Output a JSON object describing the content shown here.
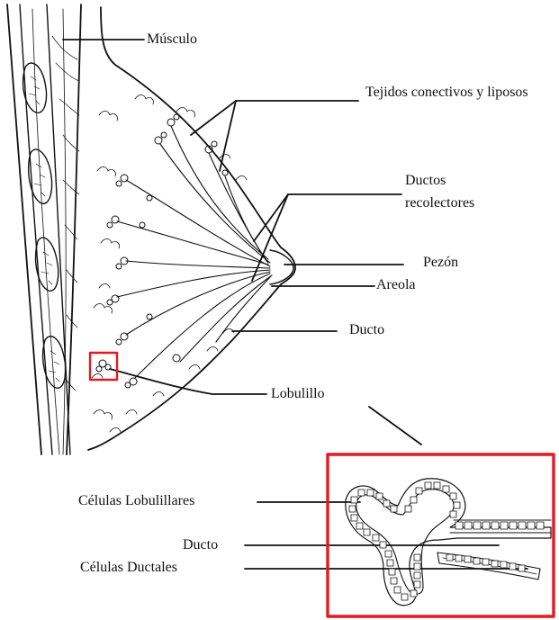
{
  "labels": {
    "musculo": "Músculo",
    "tejidos": "Tejidos conectivos y liposos",
    "ductos_recolectores": "Ductos recolectores",
    "pezon": "Pezón",
    "areola": "Areola",
    "ducto": "Ducto",
    "lobulillo": "Lobulillo",
    "celulas_lobulillares": "Células Lobulillares",
    "ducto_inset": "Ducto",
    "celulas_ductales": "Células Ductales"
  },
  "colors": {
    "ink": "#111111",
    "highlight": "#e01b24"
  }
}
